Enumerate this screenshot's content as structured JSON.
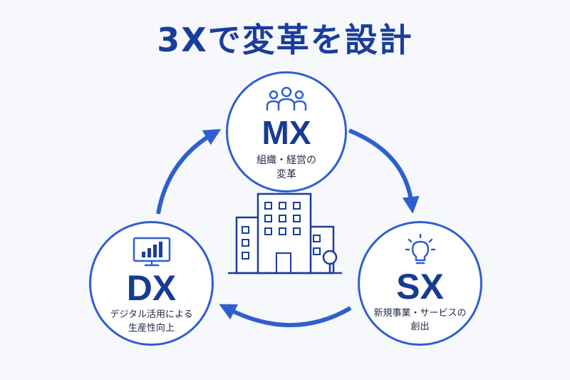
{
  "title": "3Xで変革を設計",
  "nodes": {
    "mx": {
      "code": "MX",
      "line1": "組織・経営の",
      "line2": "変革",
      "icon": "people-group-icon"
    },
    "dx": {
      "code": "DX",
      "line1": "デジタル活用による",
      "line2": "生産性向上",
      "icon": "monitor-chart-icon"
    },
    "sx": {
      "code": "SX",
      "line1": "新規事業・サービスの",
      "line2": "創出",
      "icon": "lightbulb-icon"
    }
  },
  "center_icon": "office-building-icon",
  "colors": {
    "primary": "#2f5fcf",
    "dark": "#173a93",
    "title": "#1a3d9c",
    "background": "#f6f8fb"
  }
}
